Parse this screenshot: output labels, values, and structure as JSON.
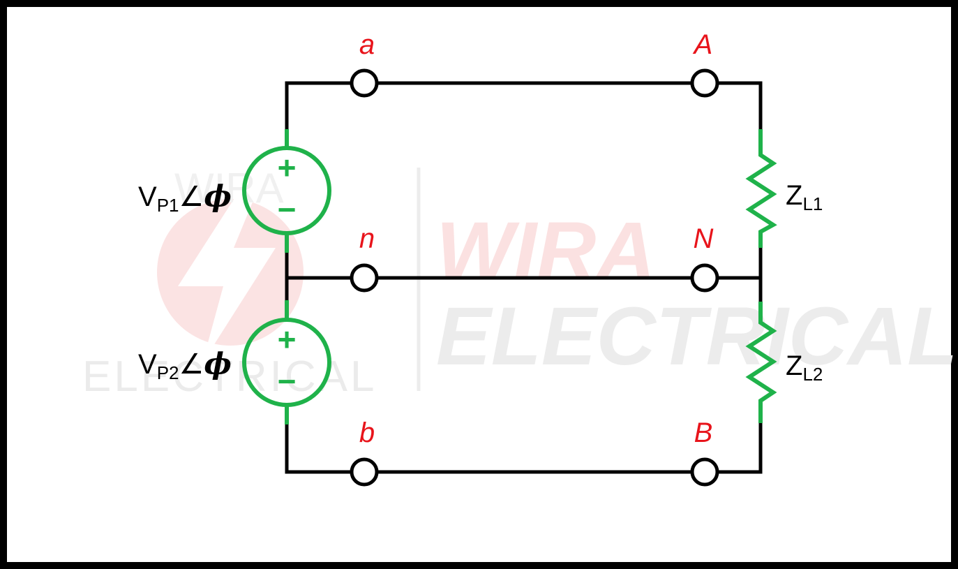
{
  "watermark": {
    "logo_text": "WIRA",
    "logo_subtext": "ELECTRICAL",
    "big_line1": "WIRA",
    "big_line2": "ELECTRICAL",
    "logo_color": "#f7c6c6",
    "gray_color": "#ececec",
    "red_color": "#fbe1e1"
  },
  "nodes": {
    "a": "a",
    "A": "A",
    "n": "n",
    "N": "N",
    "b": "b",
    "B": "B"
  },
  "sources": [
    {
      "main": "V",
      "sub": "P1",
      "angle": "∠",
      "phi": "ϕ",
      "plus": "+",
      "minus": "−"
    },
    {
      "main": "V",
      "sub": "P2",
      "angle": "∠",
      "phi": "ϕ",
      "plus": "+",
      "minus": "−"
    }
  ],
  "loads": [
    {
      "main": "Z",
      "sub": "L1"
    },
    {
      "main": "Z",
      "sub": "L2"
    }
  ],
  "colors": {
    "wire": "#000000",
    "component": "#1fb24a",
    "node_label": "#e8141b"
  }
}
